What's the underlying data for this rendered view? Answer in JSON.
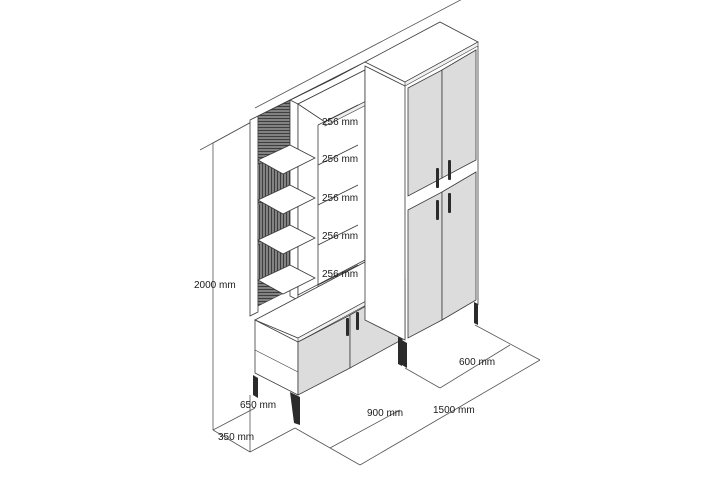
{
  "diagram": {
    "subject": "hallway furniture set with open shelving, low cabinet and tall wardrobe",
    "colors": {
      "background": "#ffffff",
      "outline": "#3a3a3a",
      "panel_white": "#ffffff",
      "door_gray": "#dcdcdc",
      "slat_dark": "#5a5a5a",
      "handle": "#2b2b2b",
      "leg": "#2b2b2b",
      "dimension_line": "#555555"
    },
    "components": [
      {
        "id": "shelving-unit",
        "label": "Open shelving unit with slatted back panel",
        "shelves": 5
      },
      {
        "id": "low-cabinet",
        "label": "Low two-door cabinet",
        "doors": 2
      },
      {
        "id": "tall-wardrobe",
        "label": "Tall four-door wardrobe",
        "doors": 4
      }
    ],
    "dimensions": {
      "shelf_spacing": [
        "256 mm",
        "256 mm",
        "256 mm",
        "256 mm",
        "256 mm"
      ],
      "total_height": "2000 mm",
      "cabinet_height": "650 mm",
      "depth": "350 mm",
      "low_cabinet_width": "900 mm",
      "wardrobe_width": "600 mm",
      "total_width": "1500 mm"
    }
  }
}
